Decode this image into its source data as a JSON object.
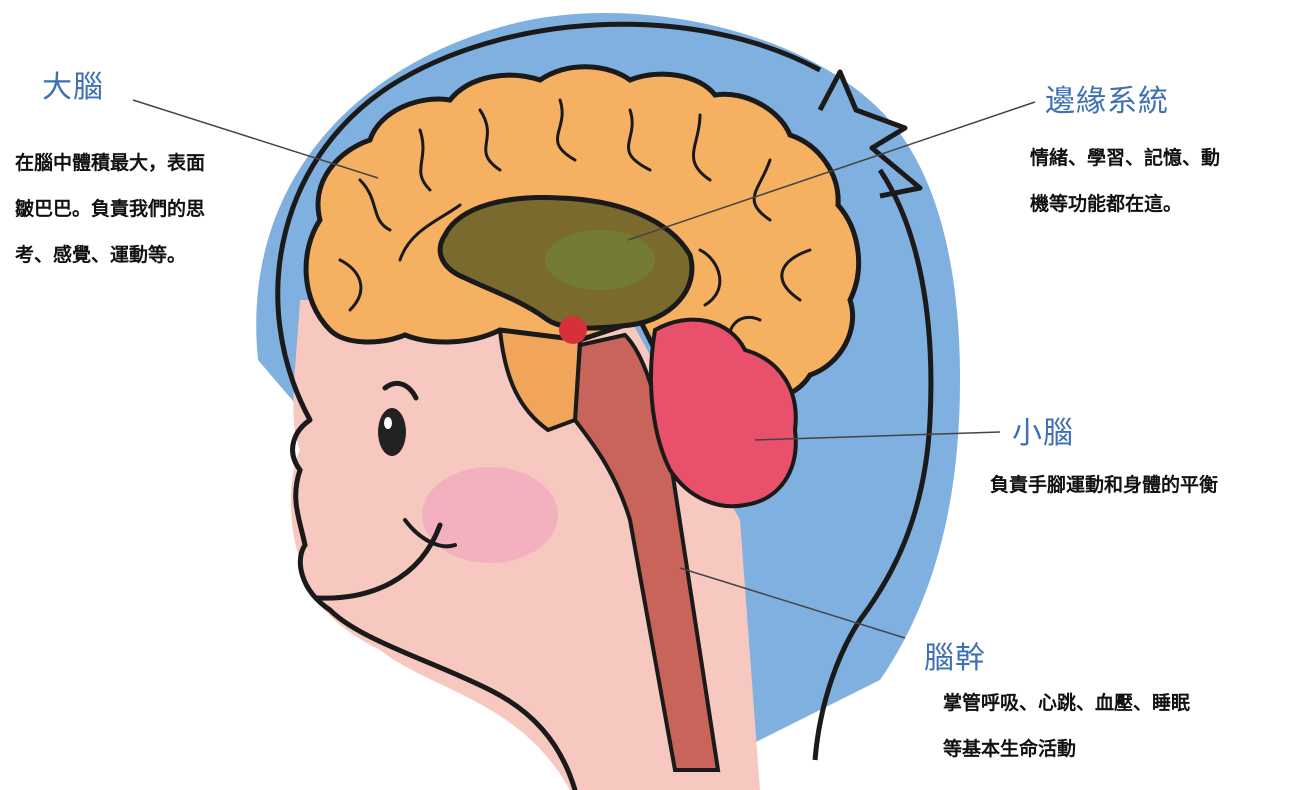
{
  "labels": {
    "cerebrum": {
      "title": "大腦",
      "lines": [
        "在腦中體積最大，表面",
        "皺巴巴。負責我們的思",
        "考、感覺、運動等。"
      ]
    },
    "limbic": {
      "title": "邊緣系統",
      "lines": [
        "情緒、學習、記憶、動",
        "機等功能都在這。"
      ]
    },
    "cerebellum": {
      "title": "小腦",
      "lines": [
        "負責手腳運動和身體的平衡"
      ]
    },
    "brainstem": {
      "title": "腦幹",
      "lines": [
        "掌管呼吸、心跳、血壓、睡眠",
        "等基本生命活動"
      ]
    }
  },
  "colors": {
    "skin": "#f7c8c0",
    "head_bg": "#6ea1d6",
    "cerebrum": "#f5b062",
    "limbic": "#7b6a2e",
    "cerebellum": "#e8506c",
    "brainstem": "#c8645a",
    "label_title": "#3f6fb4",
    "outline": "#1a1a1a"
  }
}
